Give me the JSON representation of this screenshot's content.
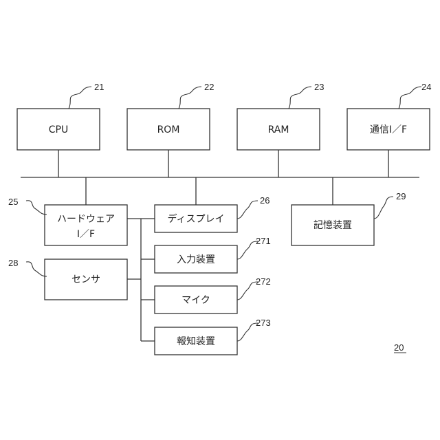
{
  "components": {
    "cpu": {
      "label": "CPU",
      "ref": "21"
    },
    "rom": {
      "label": "ROM",
      "ref": "22"
    },
    "ram": {
      "label": "RAM",
      "ref": "23"
    },
    "comm_if": {
      "label": "通信I／F",
      "ref": "24"
    },
    "hardware_if": {
      "label_line1": "ハードウェア",
      "label_line2": "I／F",
      "ref": "25"
    },
    "display": {
      "label": "ディスプレイ",
      "ref": "26"
    },
    "input_device": {
      "label": "入力装置",
      "ref": "271"
    },
    "mic": {
      "label": "マイク",
      "ref": "272"
    },
    "notification_device": {
      "label": "報知装置",
      "ref": "273"
    },
    "sensor": {
      "label": "センサ",
      "ref": "28"
    },
    "storage": {
      "label": "記憶装置",
      "ref": "29"
    }
  },
  "figure_ref": "20"
}
